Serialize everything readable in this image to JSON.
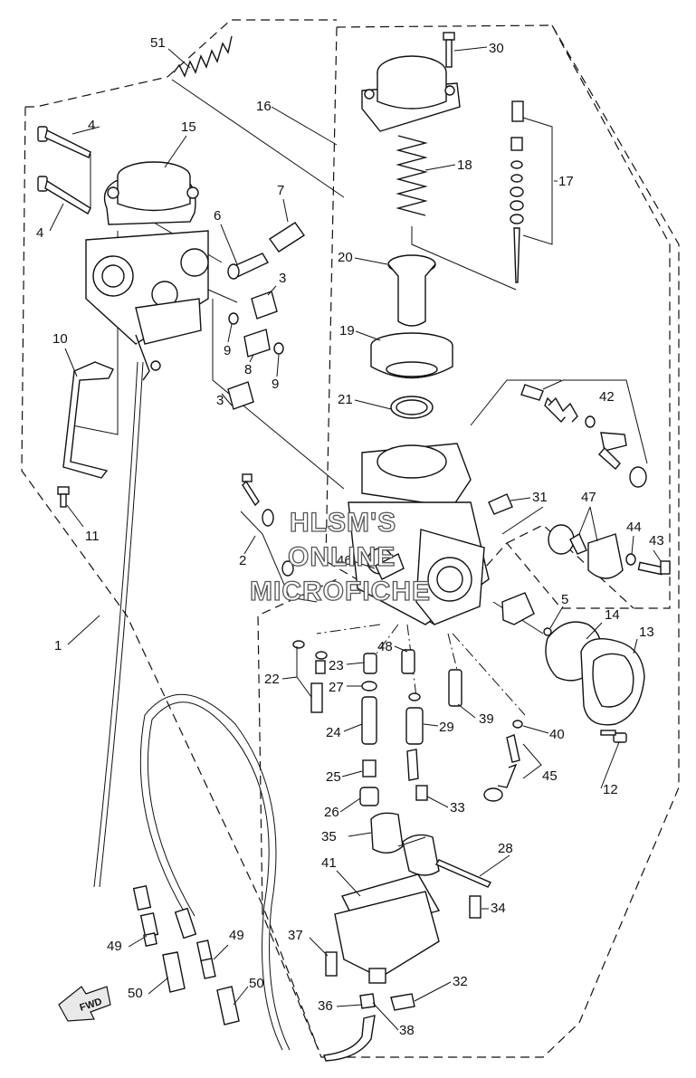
{
  "diagram": {
    "labels": [
      {
        "id": "51",
        "text": "51"
      },
      {
        "id": "30",
        "text": "30"
      },
      {
        "id": "16",
        "text": "16"
      },
      {
        "id": "4a",
        "text": "4"
      },
      {
        "id": "15",
        "text": "15"
      },
      {
        "id": "18",
        "text": "18"
      },
      {
        "id": "17",
        "text": "17"
      },
      {
        "id": "7",
        "text": "7"
      },
      {
        "id": "4b",
        "text": "4"
      },
      {
        "id": "6",
        "text": "6"
      },
      {
        "id": "20",
        "text": "20"
      },
      {
        "id": "3a",
        "text": "3"
      },
      {
        "id": "10",
        "text": "10"
      },
      {
        "id": "9a",
        "text": "9"
      },
      {
        "id": "19",
        "text": "19"
      },
      {
        "id": "8",
        "text": "8"
      },
      {
        "id": "9b",
        "text": "9"
      },
      {
        "id": "21",
        "text": "21"
      },
      {
        "id": "42",
        "text": "42"
      },
      {
        "id": "3b",
        "text": "3"
      },
      {
        "id": "31",
        "text": "31"
      },
      {
        "id": "47",
        "text": "47"
      },
      {
        "id": "11",
        "text": "11"
      },
      {
        "id": "44",
        "text": "44"
      },
      {
        "id": "43",
        "text": "43"
      },
      {
        "id": "2",
        "text": "2"
      },
      {
        "id": "46",
        "text": "46"
      },
      {
        "id": "5",
        "text": "5"
      },
      {
        "id": "14",
        "text": "14"
      },
      {
        "id": "13",
        "text": "13"
      },
      {
        "id": "1",
        "text": "1"
      },
      {
        "id": "48",
        "text": "48"
      },
      {
        "id": "23",
        "text": "23"
      },
      {
        "id": "22",
        "text": "22"
      },
      {
        "id": "27",
        "text": "27"
      },
      {
        "id": "39",
        "text": "39"
      },
      {
        "id": "40",
        "text": "40"
      },
      {
        "id": "24",
        "text": "24"
      },
      {
        "id": "29",
        "text": "29"
      },
      {
        "id": "45",
        "text": "45"
      },
      {
        "id": "12",
        "text": "12"
      },
      {
        "id": "25",
        "text": "25"
      },
      {
        "id": "33",
        "text": "33"
      },
      {
        "id": "26",
        "text": "26"
      },
      {
        "id": "35",
        "text": "35"
      },
      {
        "id": "28",
        "text": "28"
      },
      {
        "id": "41",
        "text": "41"
      },
      {
        "id": "34",
        "text": "34"
      },
      {
        "id": "37",
        "text": "37"
      },
      {
        "id": "49a",
        "text": "49"
      },
      {
        "id": "49b",
        "text": "49"
      },
      {
        "id": "32",
        "text": "32"
      },
      {
        "id": "50a",
        "text": "50"
      },
      {
        "id": "50b",
        "text": "50"
      },
      {
        "id": "36",
        "text": "36"
      },
      {
        "id": "38",
        "text": "38"
      }
    ],
    "watermark": [
      "HLSM'S",
      "ONLINE",
      "MICROFICHE"
    ],
    "fwd_badge": "FWD"
  },
  "colors": {
    "line": "#111111",
    "background": "#ffffff",
    "watermark_outline": "#555555"
  }
}
